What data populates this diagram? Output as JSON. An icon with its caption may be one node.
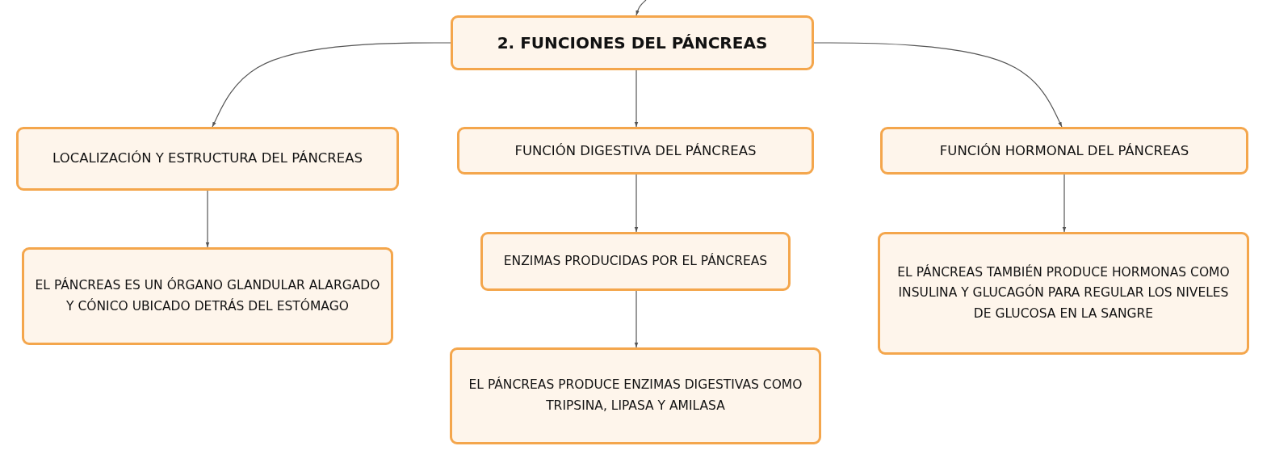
{
  "diagram": {
    "nodes": [
      {
        "text": [
          "2. FUNCIONES DEL PÁNCREAS"
        ]
      },
      {
        "text": [
          "LOCALIZACIÓN Y ESTRUCTURA DEL PÁNCREAS"
        ]
      },
      {
        "text": [
          "FUNCIÓN DIGESTIVA DEL PÁNCREAS"
        ]
      },
      {
        "text": [
          "FUNCIÓN HORMONAL DEL PÁNCREAS"
        ]
      },
      {
        "text": [
          "EL PÁNCREAS ES UN ÓRGANO GLANDULAR ALARGADO Y CÓNICO UBICADO DETRÁS DEL ESTÓMAGO"
        ]
      },
      {
        "text": [
          "ENZIMAS PRODUCIDAS POR EL PÁNCREAS"
        ]
      },
      {
        "text": [
          "EL PÁNCREAS PRODUCE ENZIMAS DIGESTIVAS COMO TRIPSINA, LIPASA Y AMILASA"
        ]
      },
      {
        "text": [
          "EL PÁNCREAS TAMBIÉN PRODUCE HORMONAS COMO INSULINA Y GLUCAGÓN PARA REGULAR LOS NIVELES DE GLUCOSA EN LA SANGRE"
        ]
      }
    ],
    "edges": [
      {
        "from": null,
        "to": 0,
        "arrow": "to"
      },
      {
        "from": 0,
        "to": 1,
        "arrow": "to"
      },
      {
        "from": 0,
        "to": 2,
        "arrow": "to"
      },
      {
        "from": 0,
        "to": 3,
        "arrow": "to"
      },
      {
        "from": 1,
        "to": 4,
        "arrow": "to"
      },
      {
        "from": 2,
        "to": 5,
        "arrow": "to"
      },
      {
        "from": 5,
        "to": 6,
        "arrow": "to"
      },
      {
        "from": 3,
        "to": 7,
        "arrow": "to"
      }
    ]
  }
}
